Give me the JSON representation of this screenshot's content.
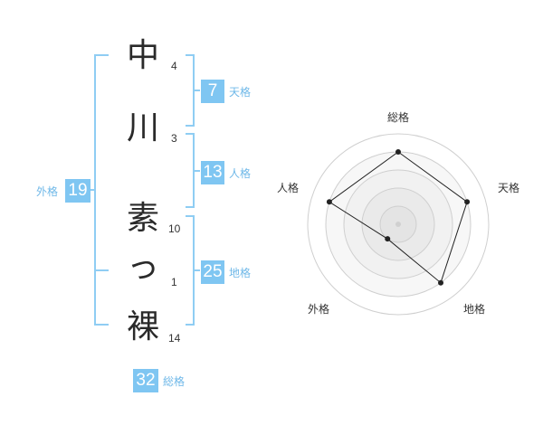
{
  "name_chars": [
    {
      "char": "中",
      "strokes": "4"
    },
    {
      "char": "川",
      "strokes": "3"
    },
    {
      "char": "素",
      "strokes": "10"
    },
    {
      "char": "っ",
      "strokes": "1"
    },
    {
      "char": "裸",
      "strokes": "14"
    }
  ],
  "fortune": {
    "tenkaku": {
      "value": "7",
      "label": "天格"
    },
    "jinkaku": {
      "value": "13",
      "label": "人格"
    },
    "chikaku": {
      "value": "25",
      "label": "地格"
    },
    "gaikaku": {
      "value": "19",
      "label": "外格"
    },
    "soukaku": {
      "value": "32",
      "label": "総格"
    }
  },
  "colors": {
    "badge": "#7fc6f2",
    "label": "#6fb8e8",
    "bracket": "#8fcdf3"
  },
  "chart_data": {
    "type": "radar",
    "axes": [
      "総格",
      "天格",
      "地格",
      "外格",
      "人格"
    ],
    "values": [
      4,
      4,
      4,
      1,
      4
    ],
    "max": 5,
    "rings": 5
  }
}
